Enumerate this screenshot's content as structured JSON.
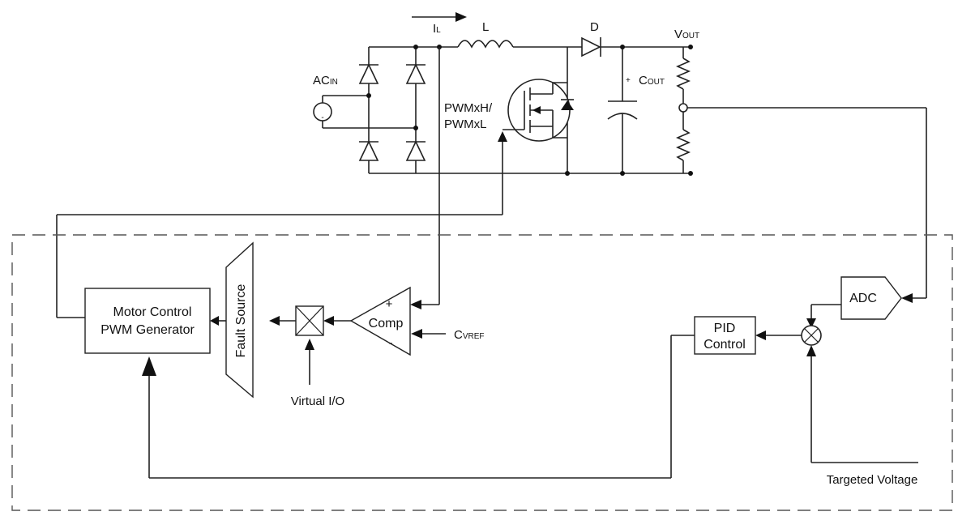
{
  "labels": {
    "il_main": "I",
    "il_sub": "L",
    "inductor": "L",
    "diode": "D",
    "vout_main": "V",
    "vout_sub": "OUT",
    "cout_plus": "+",
    "cout_main": "C",
    "cout_sub": "OUT",
    "acin_main": "AC",
    "acin_sub": "IN",
    "pwm_line1": "PWMxH/",
    "pwm_line2": "PWMxL",
    "cvref_main": "C",
    "cvref_sub": "VREF",
    "virtual_io": "Virtual I/O",
    "targeted_voltage": "Targeted Voltage",
    "source_minus": "-"
  },
  "blocks": {
    "pwm_gen_line1": "Motor Control",
    "pwm_gen_line2": "PWM Generator",
    "fault_source": "Fault Source",
    "comp": "Comp",
    "comp_plus": "+",
    "comp_minus": "-",
    "adc": "ADC",
    "pid_line1": "PID",
    "pid_line2": "Control"
  }
}
